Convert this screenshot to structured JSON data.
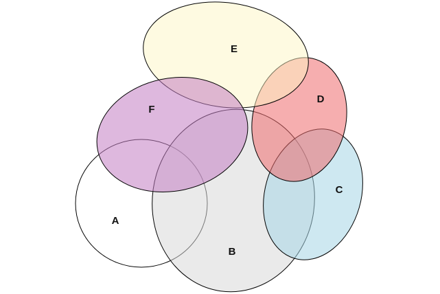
{
  "diagram": {
    "type": "venn",
    "sets": [
      {
        "id": "A",
        "label": "A",
        "color": "#ffffff"
      },
      {
        "id": "B",
        "label": "B",
        "color": "#d9d9d9"
      },
      {
        "id": "C",
        "label": "C",
        "color": "#a6d5e6"
      },
      {
        "id": "D",
        "label": "D",
        "color": "#ee6b6e"
      },
      {
        "id": "E",
        "label": "E",
        "color": "#fdf6c4"
      },
      {
        "id": "F",
        "label": "F",
        "color": "#c27ec3"
      }
    ]
  }
}
